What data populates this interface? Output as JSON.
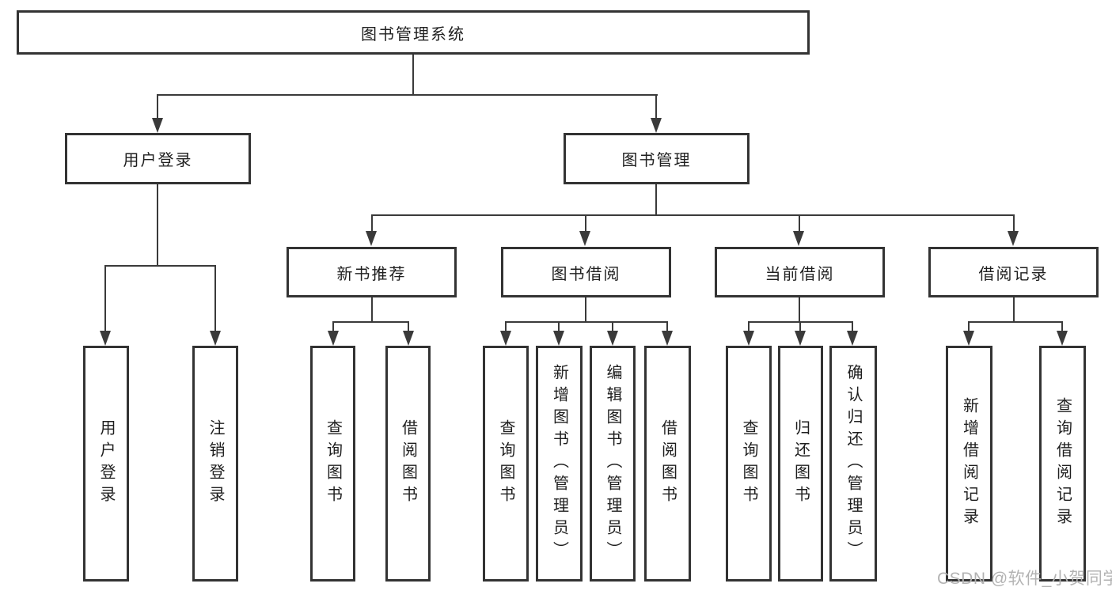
{
  "diagram": {
    "root": "图书管理系统",
    "level2": [
      "用户登录",
      "图书管理"
    ],
    "level3": [
      "新书推荐",
      "图书借阅",
      "当前借阅",
      "借阅记录"
    ],
    "leaves": {
      "user_login": [
        "用户登录",
        "注销登录"
      ],
      "new_book": [
        "查询图书",
        "借阅图书"
      ],
      "book_borrow": [
        "查询图书",
        "新增图书（管理员）",
        "编辑图书（管理员）",
        "借阅图书"
      ],
      "current_borrow": [
        "查询图书",
        "归还图书",
        "确认归还（管理员）"
      ],
      "borrow_records": [
        "新增借阅记录",
        "查询借阅记录"
      ]
    },
    "colors": {
      "line": "#3a3a3a",
      "border": "#333333",
      "text": "#1f1f1f",
      "background": "#ffffff",
      "watermark": "#b3b3b3"
    }
  },
  "watermark": "CSDN @软件_小贺同学"
}
